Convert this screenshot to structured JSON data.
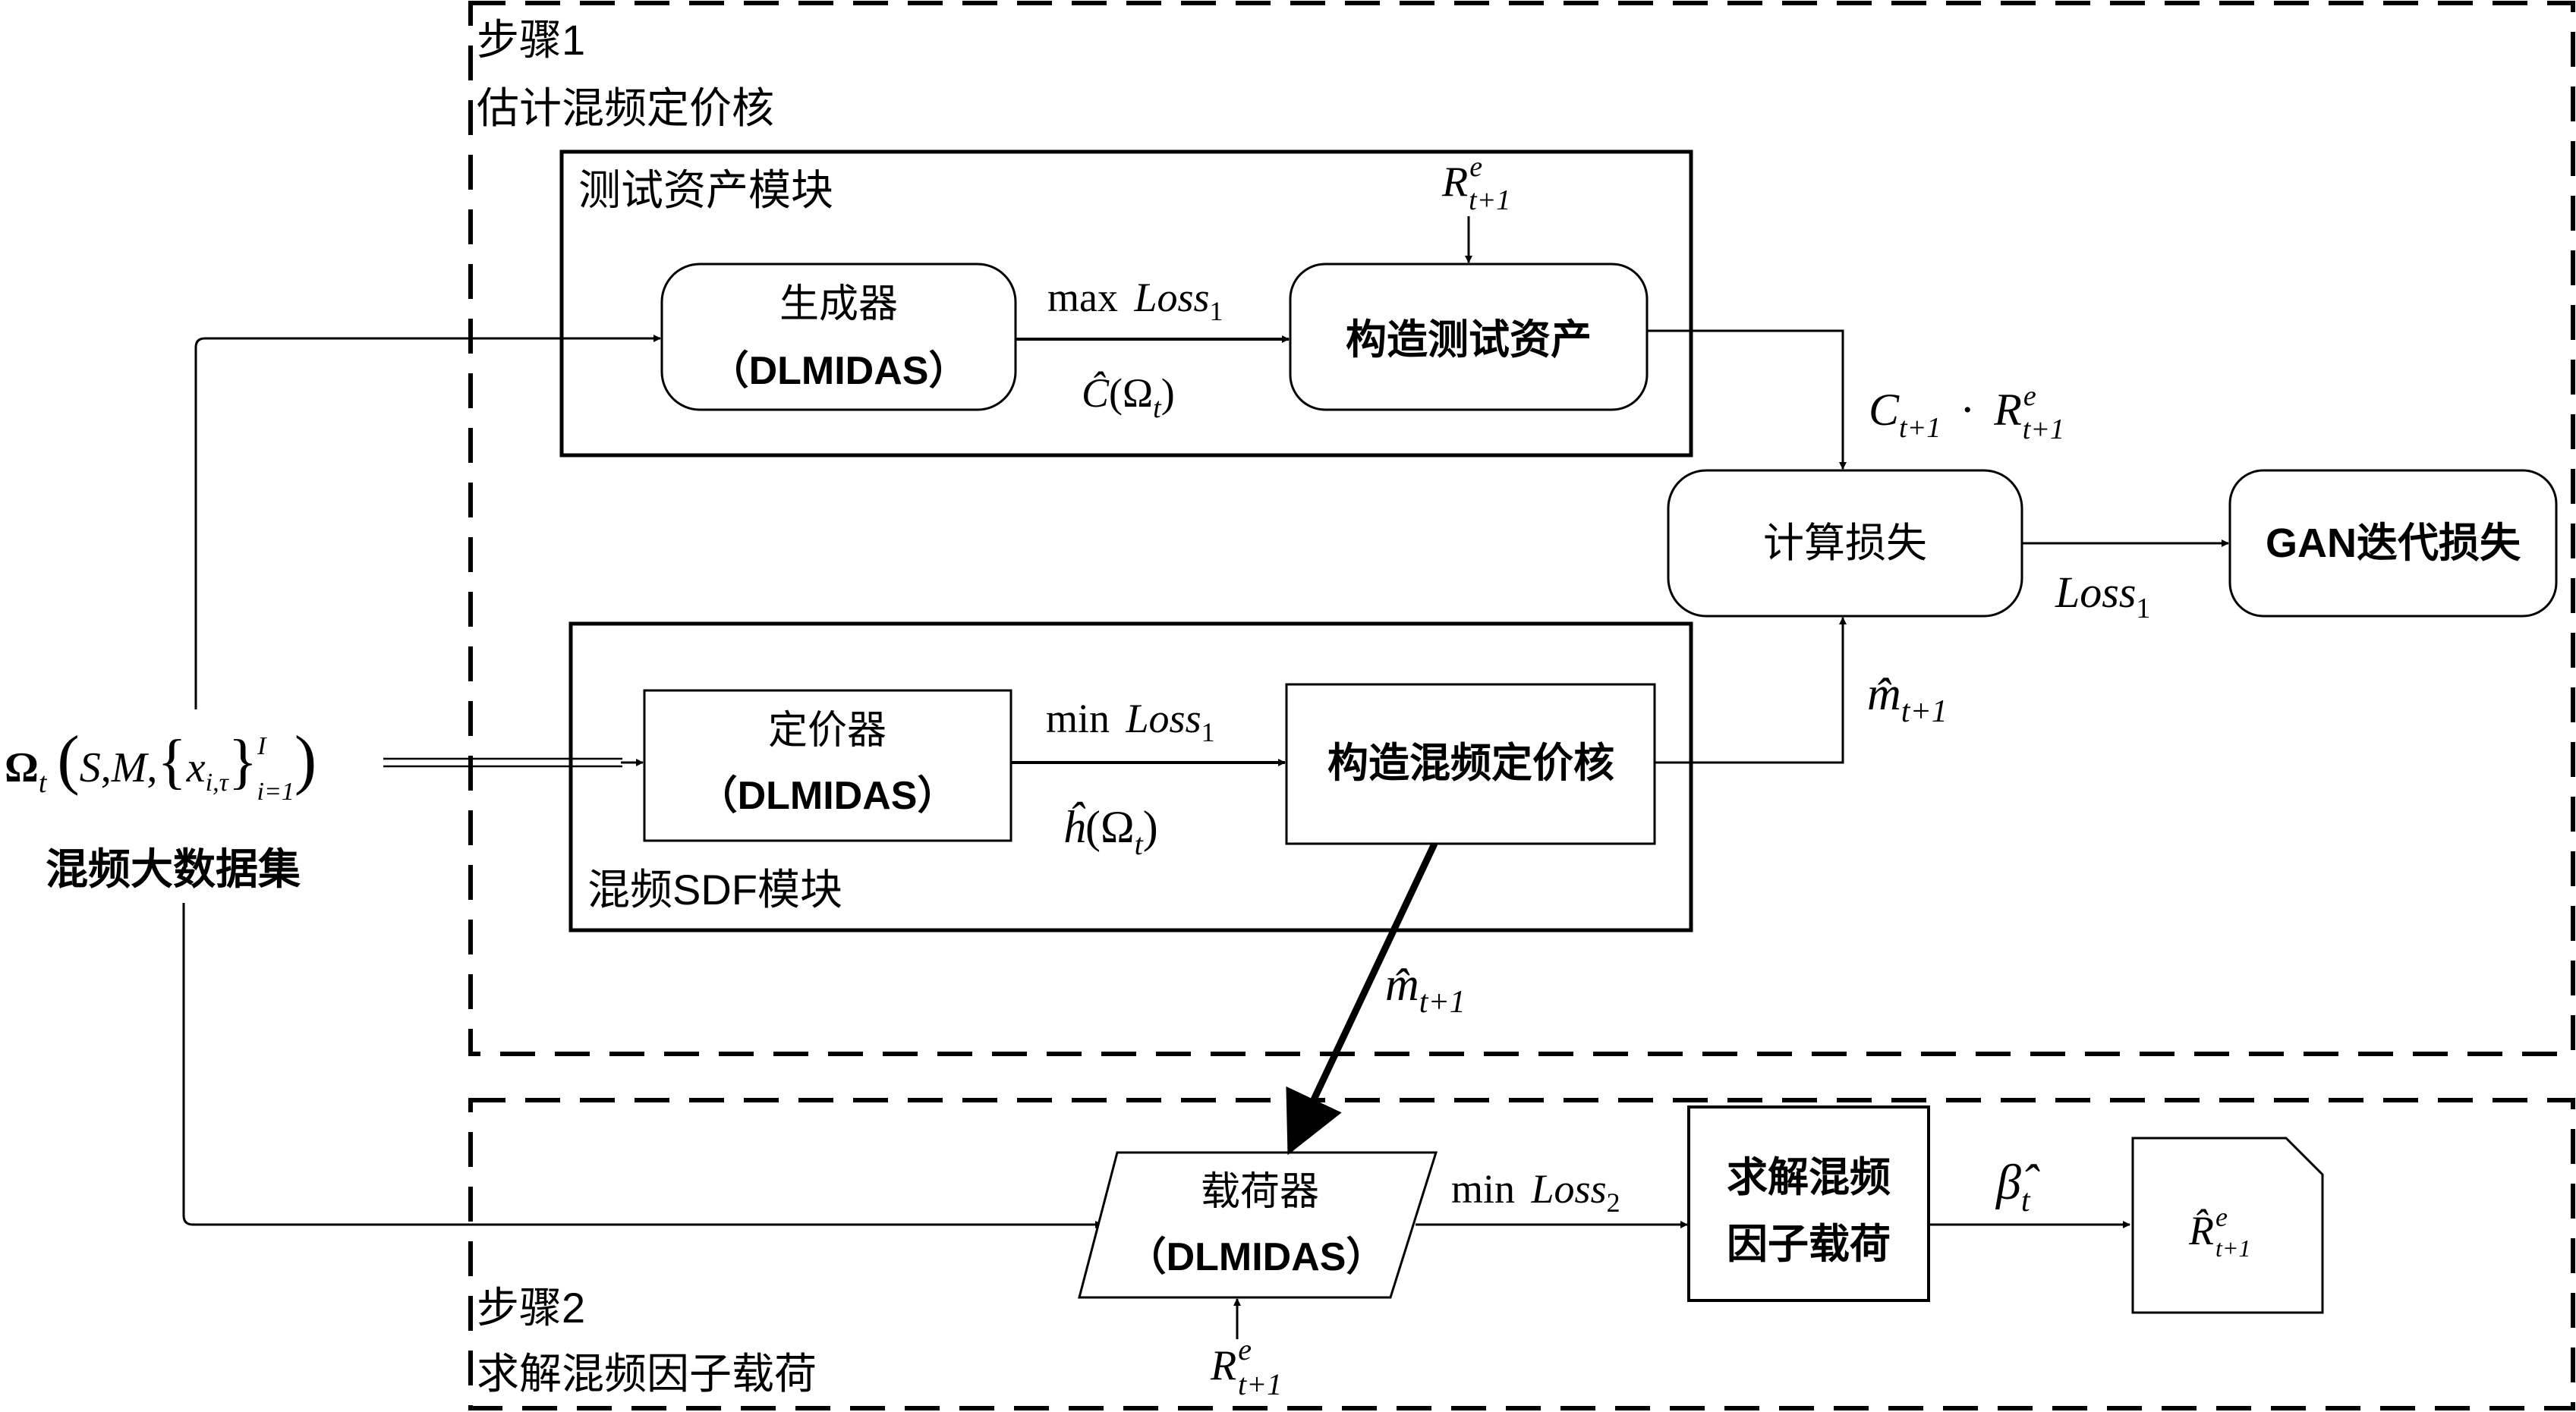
{
  "step1": {
    "title": "步骤1",
    "subtitle": "估计混频定价核"
  },
  "step2": {
    "title": "步骤2",
    "subtitle": "求解混频因子载荷"
  },
  "test_asset_module": {
    "label": "测试资产模块"
  },
  "sdf_module": {
    "label": "混频SDF模块"
  },
  "generator": {
    "line1": "生成器",
    "line2": "（DLMIDAS）"
  },
  "construct_test_asset": {
    "label": "构造测试资产"
  },
  "pricer": {
    "line1": "定价器",
    "line2": "（DLMIDAS）"
  },
  "construct_sdf": {
    "label": "构造混频定价核"
  },
  "compute_loss": {
    "label": "计算损失"
  },
  "gan_loss": {
    "label": "GAN迭代损失"
  },
  "loader": {
    "line1": "载荷器",
    "line2": "（DLMIDAS）"
  },
  "solve_loading": {
    "line1": "求解混频",
    "line2": "因子载荷"
  },
  "dataset": {
    "label": "混频大数据集"
  },
  "math": {
    "max": "max",
    "min": "min",
    "loss": "Loss",
    "sub1": "1",
    "sub2": "2",
    "R": "R",
    "e": "e",
    "t1": "t+1",
    "C": "C",
    "dot": "·",
    "c_hat": "Ĉ",
    "h_hat": "ĥ",
    "Omega": "Ω",
    "t": "t",
    "m_hat": "m̂",
    "beta_hat": "β̂",
    "R_hat": "R̂"
  }
}
